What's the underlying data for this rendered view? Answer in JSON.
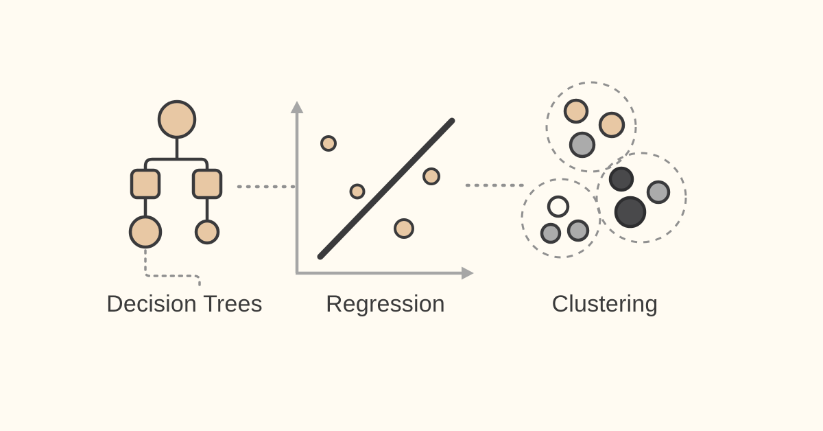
{
  "palette": {
    "background": "#fffbf2",
    "tan": "#e8c8a4",
    "ink": "#3a3a3c",
    "inkdark": "#2e2e30",
    "gray": "#ababab",
    "darkgray": "#49494b",
    "axis": "#a6a6a6",
    "dash": "#909090",
    "text": "#3b3b3b"
  },
  "sections": [
    {
      "id": "decision-trees",
      "label": "Decision Trees",
      "icon": "decision-tree-icon"
    },
    {
      "id": "regression",
      "label": "Regression",
      "icon": "regression-scatter-icon"
    },
    {
      "id": "clustering",
      "label": "Clustering",
      "icon": "clustering-icon"
    }
  ]
}
